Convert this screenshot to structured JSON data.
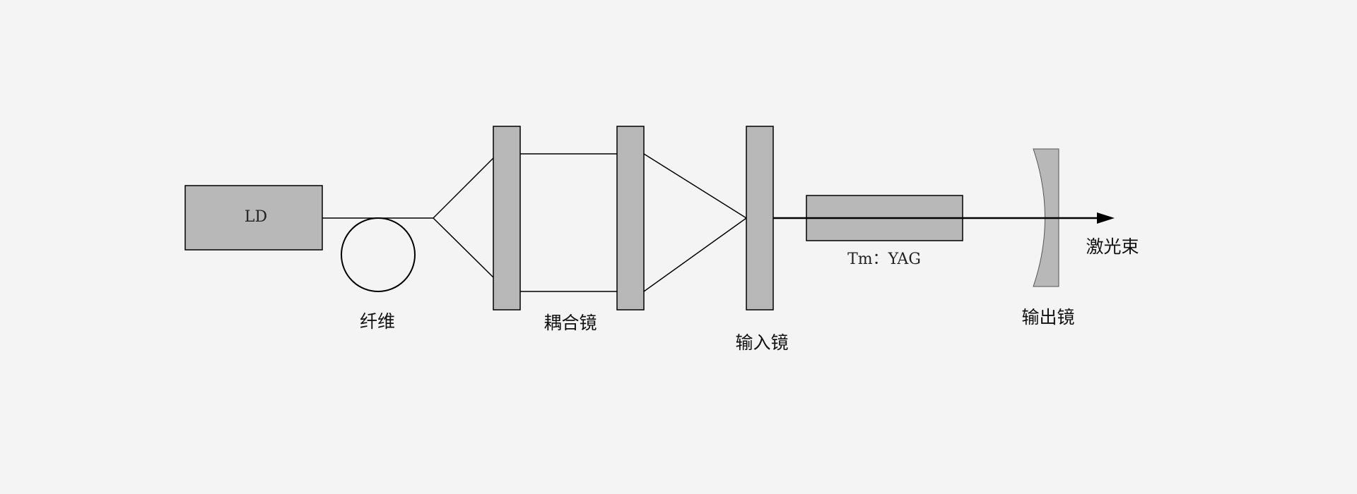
{
  "labels": {
    "ld": "LD",
    "fiber": "纤维",
    "coupling_mirror": "耦合镜",
    "input_mirror": "输入镜",
    "crystal": "Tm：YAG",
    "output_mirror": "输出镜",
    "laser_beam": "激光束"
  },
  "colors": {
    "background": "#f4f4f4",
    "component_fill": "#b8b8b8",
    "stroke": "#000000"
  }
}
